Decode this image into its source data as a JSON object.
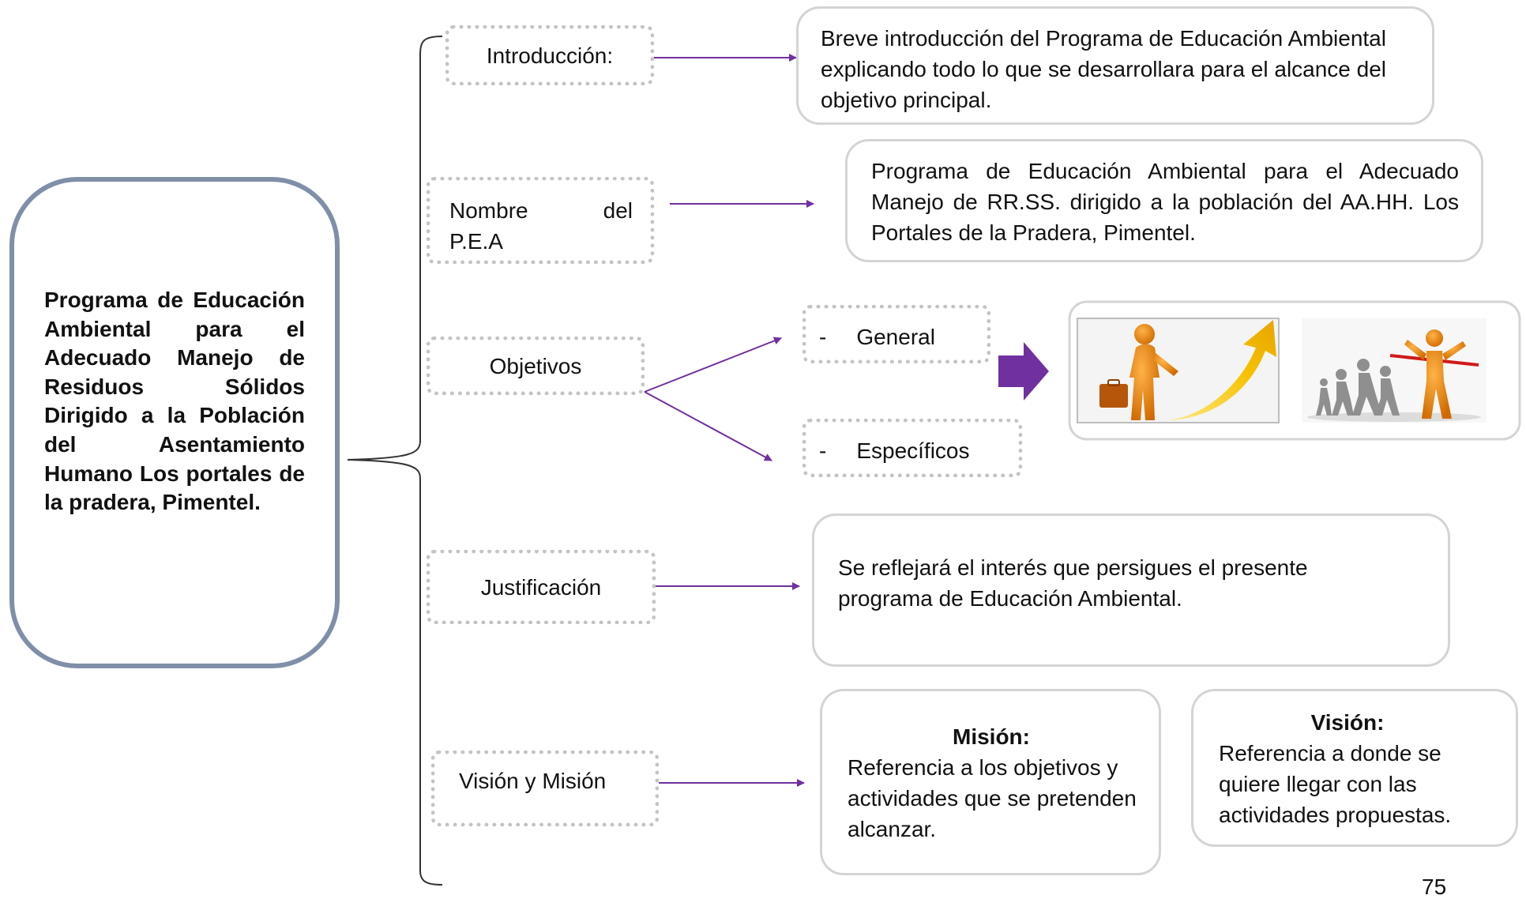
{
  "main_title": "Programa de Educación Ambiental para el Adecuado Manejo de Residuos Sólidos Dirigido a la Población del Asentamiento Humano Los portales de la pradera, Pimentel.",
  "labels": {
    "introduccion": "Introducción:",
    "nombre_line1_a": "Nombre",
    "nombre_line1_b": "del",
    "nombre_line2": "P.E.A",
    "objetivos": "Objetivos",
    "justificacion": "Justificación",
    "vision_mision": "Visión y Misión"
  },
  "objetivos": {
    "bullet": "-",
    "general": "General",
    "especificos": "Específicos"
  },
  "descriptions": {
    "introduccion": "Breve introducción del Programa de Educación Ambiental explicando todo lo que se desarrollara para el alcance del objetivo principal.",
    "nombre": "Programa de Educación Ambiental para el Adecuado Manejo de RR.SS. dirigido a la población del AA.HH. Los Portales de la Pradera, Pimentel.",
    "justificacion": "Se reflejará el interés que persigues el presente programa de Educación Ambiental."
  },
  "mision": {
    "title": "Misión:",
    "text": "Referencia a los objetivos y actividades que se pretenden alcanzar."
  },
  "vision": {
    "title": "Visión:",
    "text": "Referencia a donde se quiere llegar con las actividades propuestas."
  },
  "page_number": "75",
  "colors": {
    "arrow": "#7030a0",
    "main_border": "#7f8fa8",
    "dashed_border": "#c4c4c4",
    "content_border": "#d4d4d4",
    "figure_orange": "#e07b10",
    "growth_arrow": "#f5c200"
  }
}
